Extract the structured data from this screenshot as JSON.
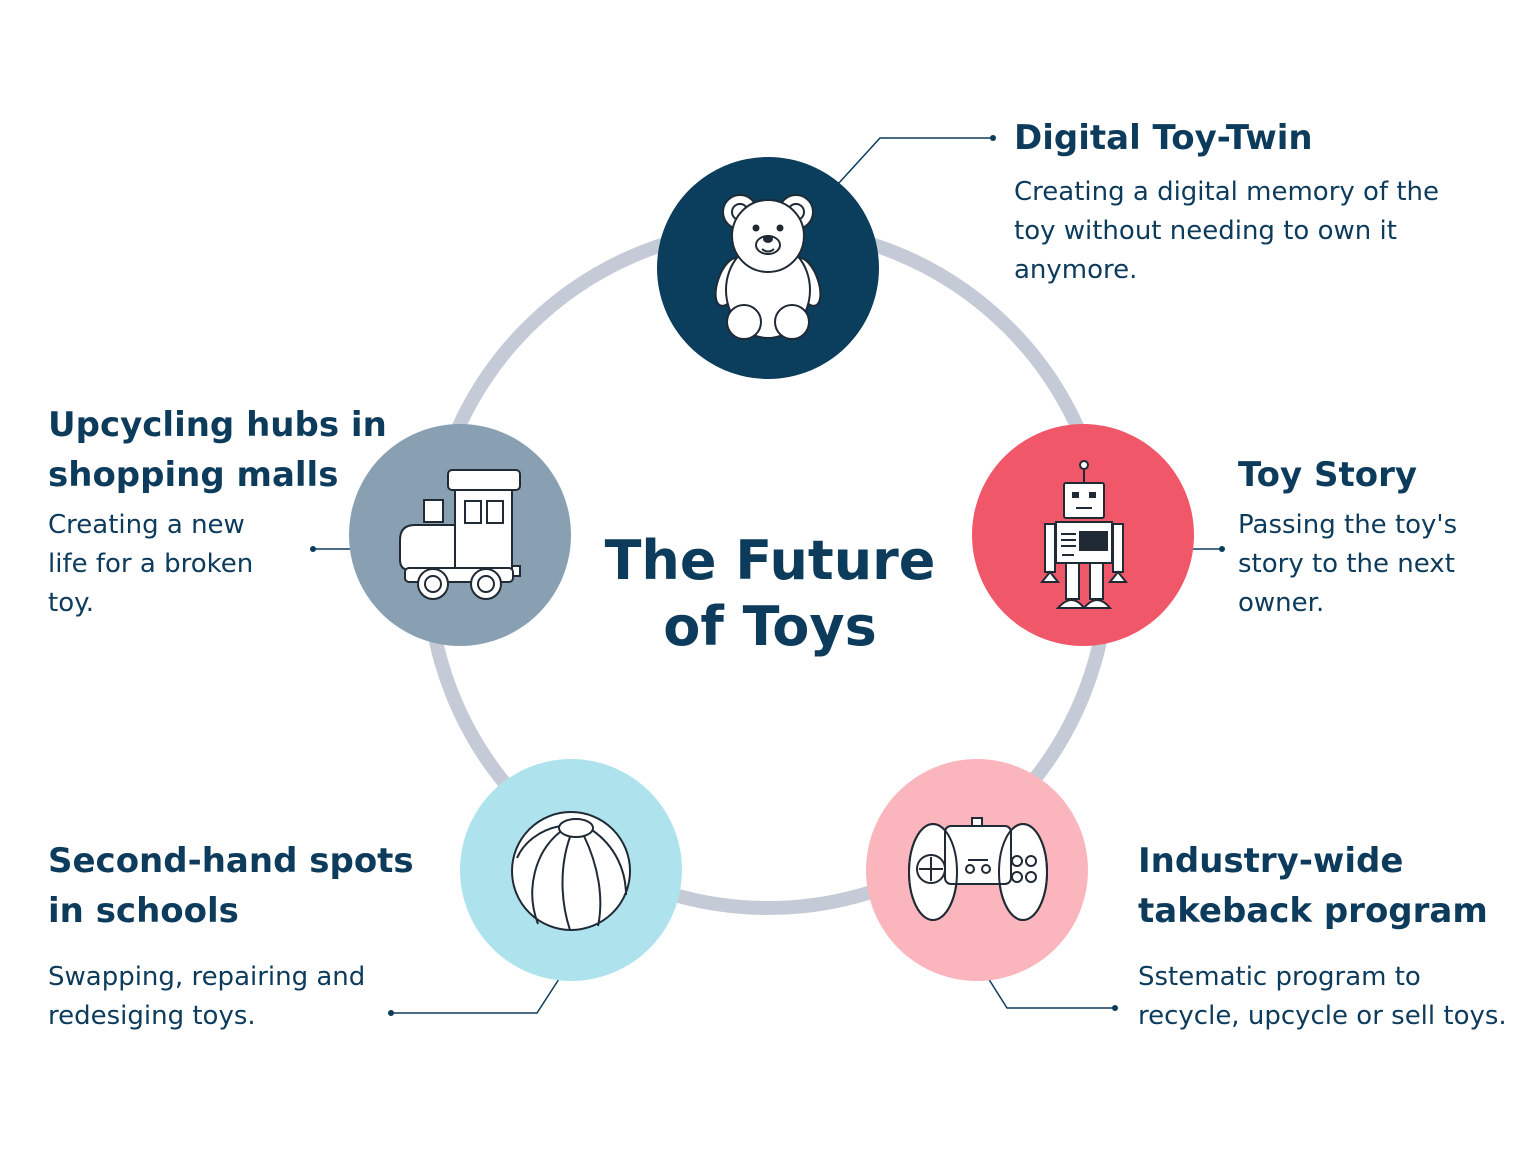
{
  "title": {
    "line1": "The Future",
    "line2": "of Toys"
  },
  "colors": {
    "ring": "#c5cbd6",
    "text": "#0d3b5c",
    "bear_node": "#0b3d5c",
    "robot_node": "#f05768",
    "controller_node": "#fbb6bd",
    "ball_node": "#aee3ee",
    "train_node": "#89a0b2"
  },
  "items": [
    {
      "key": "digital",
      "icon": "teddy-bear-icon",
      "heading": "Digital Toy-Twin",
      "description": "Creating a digital memory of the toy without needing to own it anymore."
    },
    {
      "key": "toystory",
      "icon": "robot-icon",
      "heading": "Toy Story",
      "description": "Passing the toy's story to the next owner."
    },
    {
      "key": "industry",
      "icon": "game-controller-icon",
      "heading": "Industry-wide takeback program",
      "description": "Sstematic program to recycle, upcycle or sell toys."
    },
    {
      "key": "secondhand",
      "icon": "beach-ball-icon",
      "heading": "Second-hand spots in schools",
      "description": "Swapping, repairing and redesiging toys."
    },
    {
      "key": "upcycling",
      "icon": "toy-train-icon",
      "heading": "Upcycling hubs in shopping malls",
      "description": "Creating a new life for a broken toy."
    }
  ]
}
